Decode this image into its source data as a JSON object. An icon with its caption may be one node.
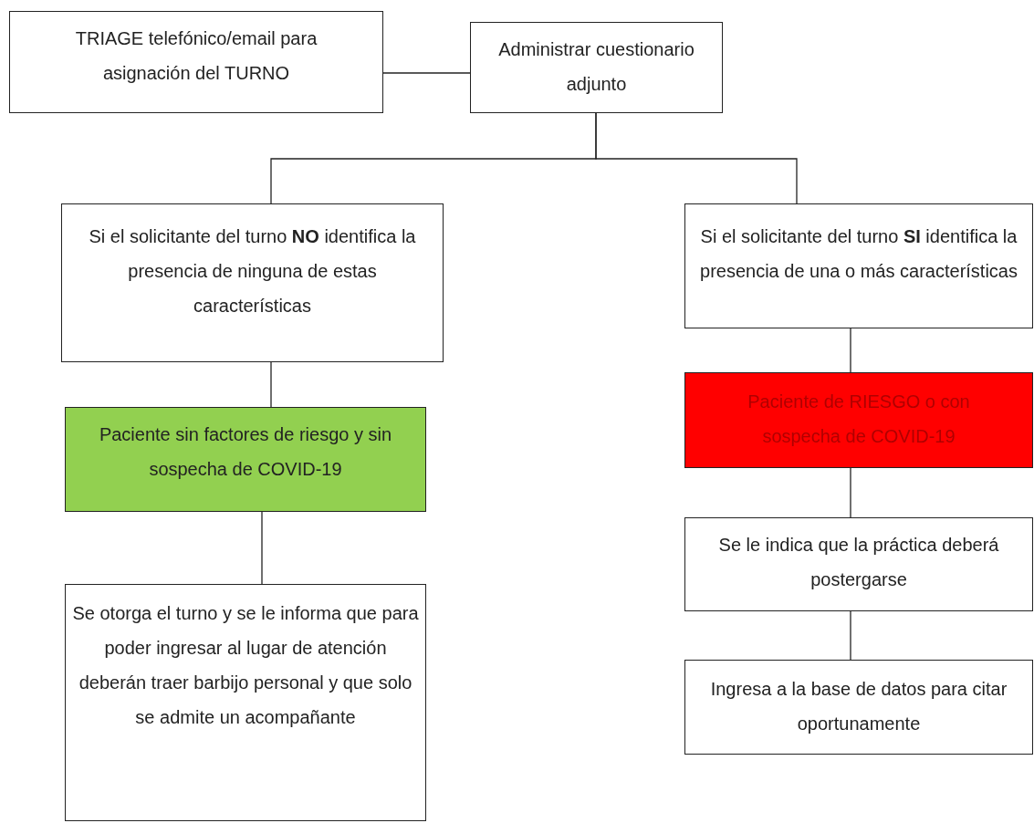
{
  "diagram": {
    "nodes": [
      {
        "text": [
          "TRIAGE telefónico/email para asignación del TURNO"
        ]
      },
      {
        "text": [
          "Administrar cuestionario adjunto"
        ]
      },
      {
        "text": [
          "Si el solicitante del turno **NO** identifica la presencia de ninguna de estas características"
        ]
      },
      {
        "text": [
          "Si el solicitante del turno **SI** identifica la presencia de una o más características"
        ]
      },
      {
        "text": [
          "Paciente sin factores de riesgo y sin sospecha de COVID-19"
        ]
      },
      {
        "text": [
          "Paciente de RIESGO o con sospecha de COVID-19"
        ]
      },
      {
        "text": [
          "Se otorga el turno y se le informa que para poder ingresar al lugar de atención deberán traer barbijo personal y que solo se admite un acompañante"
        ]
      },
      {
        "text": [
          "Se le indica que la práctica deberá postergarse"
        ]
      },
      {
        "text": [
          "Ingresa a la base de datos para citar oportunamente"
        ]
      }
    ],
    "edges": [
      {
        "from": 0,
        "to": 1,
        "arrow": "none"
      },
      {
        "from": 1,
        "to": 2,
        "arrow": "none"
      },
      {
        "from": 1,
        "to": 3,
        "arrow": "none"
      },
      {
        "from": 2,
        "to": 4,
        "arrow": "none"
      },
      {
        "from": 4,
        "to": 6,
        "arrow": "none"
      },
      {
        "from": 3,
        "to": 5,
        "arrow": "none"
      },
      {
        "from": 5,
        "to": 7,
        "arrow": "none"
      },
      {
        "from": 7,
        "to": 8,
        "arrow": "none"
      }
    ]
  }
}
